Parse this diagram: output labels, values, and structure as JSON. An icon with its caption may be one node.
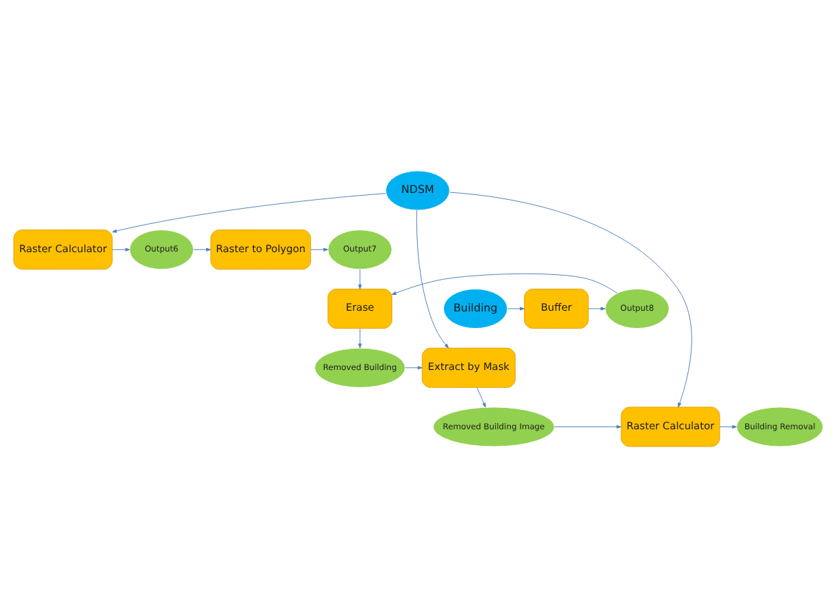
{
  "diagram": {
    "nodes": [
      {
        "text": [
          "NDSM"
        ]
      },
      {
        "text": [
          "Raster Calculator"
        ]
      },
      {
        "text": [
          "Output6"
        ]
      },
      {
        "text": [
          "Raster to Polygon"
        ]
      },
      {
        "text": [
          "Output7"
        ]
      },
      {
        "text": [
          "Erase"
        ]
      },
      {
        "text": [
          "Building"
        ]
      },
      {
        "text": [
          "Buffer"
        ]
      },
      {
        "text": [
          "Output8"
        ]
      },
      {
        "text": [
          "Extract by Mask"
        ]
      },
      {
        "text": [
          "Removed Building"
        ]
      },
      {
        "text": [
          "Removed Building Image"
        ]
      },
      {
        "text": [
          "Raster Calculator"
        ]
      },
      {
        "text": [
          "Building Removal"
        ]
      }
    ],
    "edges": [
      {
        "from": 0,
        "to": 1,
        "arrow": "to"
      },
      {
        "from": 1,
        "to": 2,
        "arrow": "to"
      },
      {
        "from": 2,
        "to": 3,
        "arrow": "to"
      },
      {
        "from": 3,
        "to": 4,
        "arrow": "to"
      },
      {
        "from": 4,
        "to": 5,
        "arrow": "to"
      },
      {
        "from": 6,
        "to": 7,
        "arrow": "to"
      },
      {
        "from": 7,
        "to": 8,
        "arrow": "to"
      },
      {
        "from": 8,
        "to": 5,
        "arrow": "to"
      },
      {
        "from": 5,
        "to": 10,
        "arrow": "to"
      },
      {
        "from": 0,
        "to": 9,
        "arrow": "to"
      },
      {
        "from": 10,
        "to": 9,
        "arrow": "to"
      },
      {
        "from": 9,
        "to": 11,
        "arrow": "to"
      },
      {
        "from": 11,
        "to": 12,
        "arrow": "to"
      },
      {
        "from": 12,
        "to": 13,
        "arrow": "to"
      },
      {
        "from": 0,
        "to": 12,
        "arrow": "to"
      }
    ]
  }
}
